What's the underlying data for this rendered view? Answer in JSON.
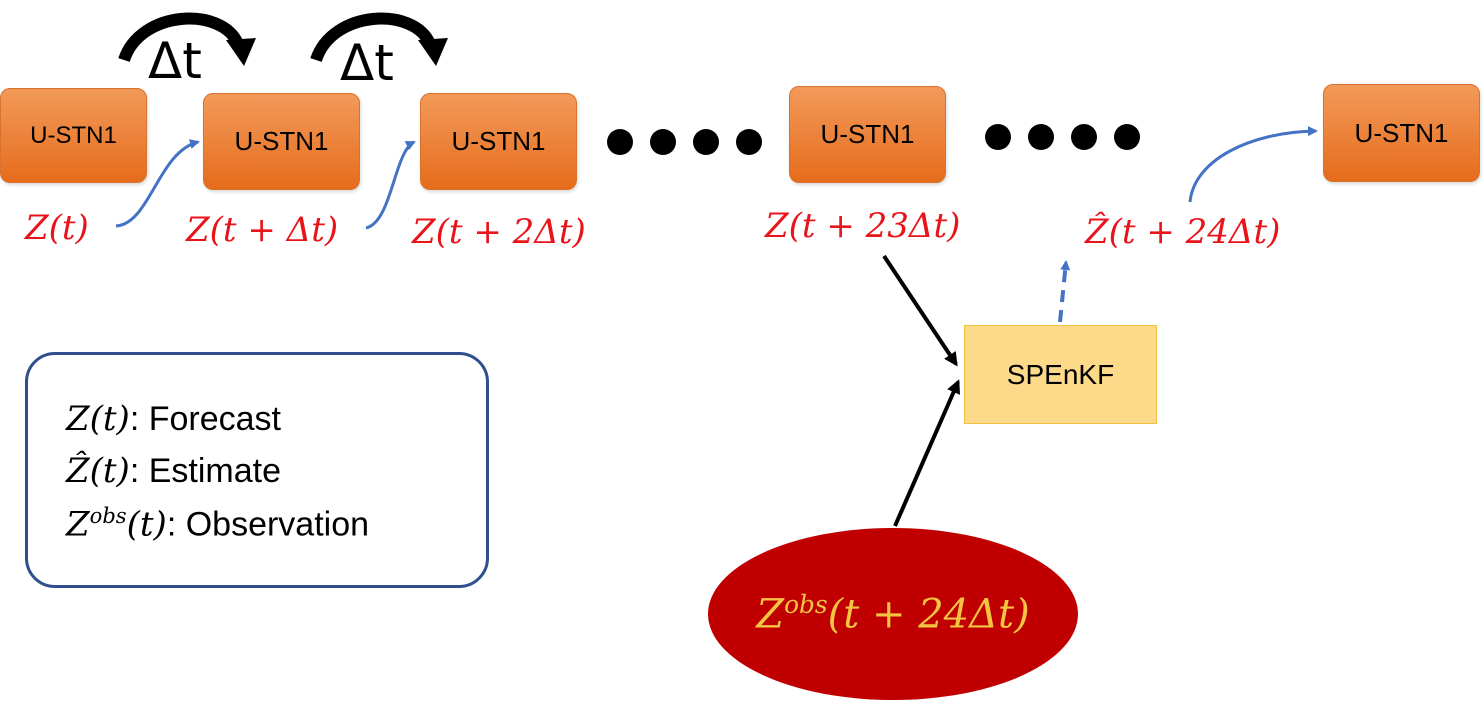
{
  "chain": {
    "block_label": "U-STN1",
    "delta_label": "Δt",
    "states": [
      "Z(t)",
      "Z(t + Δt)",
      "Z(t + 2Δt)",
      "Z(t + 23Δt)"
    ],
    "estimate": "Ẑ(t + 24Δt)"
  },
  "filter": {
    "label": "SPEnKF"
  },
  "observation": {
    "base": "Z",
    "sup": "obs",
    "arg": "(t + 24Δt)"
  },
  "legend": {
    "items": [
      {
        "symbol": "Z(t)",
        "sup": "",
        "desc": ": Forecast"
      },
      {
        "symbol": "Ẑ(t)",
        "sup": "",
        "desc": ": Estimate"
      },
      {
        "symbol": "Z",
        "sup": "obs",
        "symbol_tail": "(t)",
        "desc": ": Observation"
      }
    ]
  },
  "colors": {
    "block_fill": "#e8782a",
    "state_text": "#e8141a",
    "filter_fill": "#fdd98a",
    "observation_fill": "#c00000",
    "observation_text": "#f5c542",
    "arrow_blue": "#4472c4",
    "legend_border": "#2f4f8f"
  }
}
